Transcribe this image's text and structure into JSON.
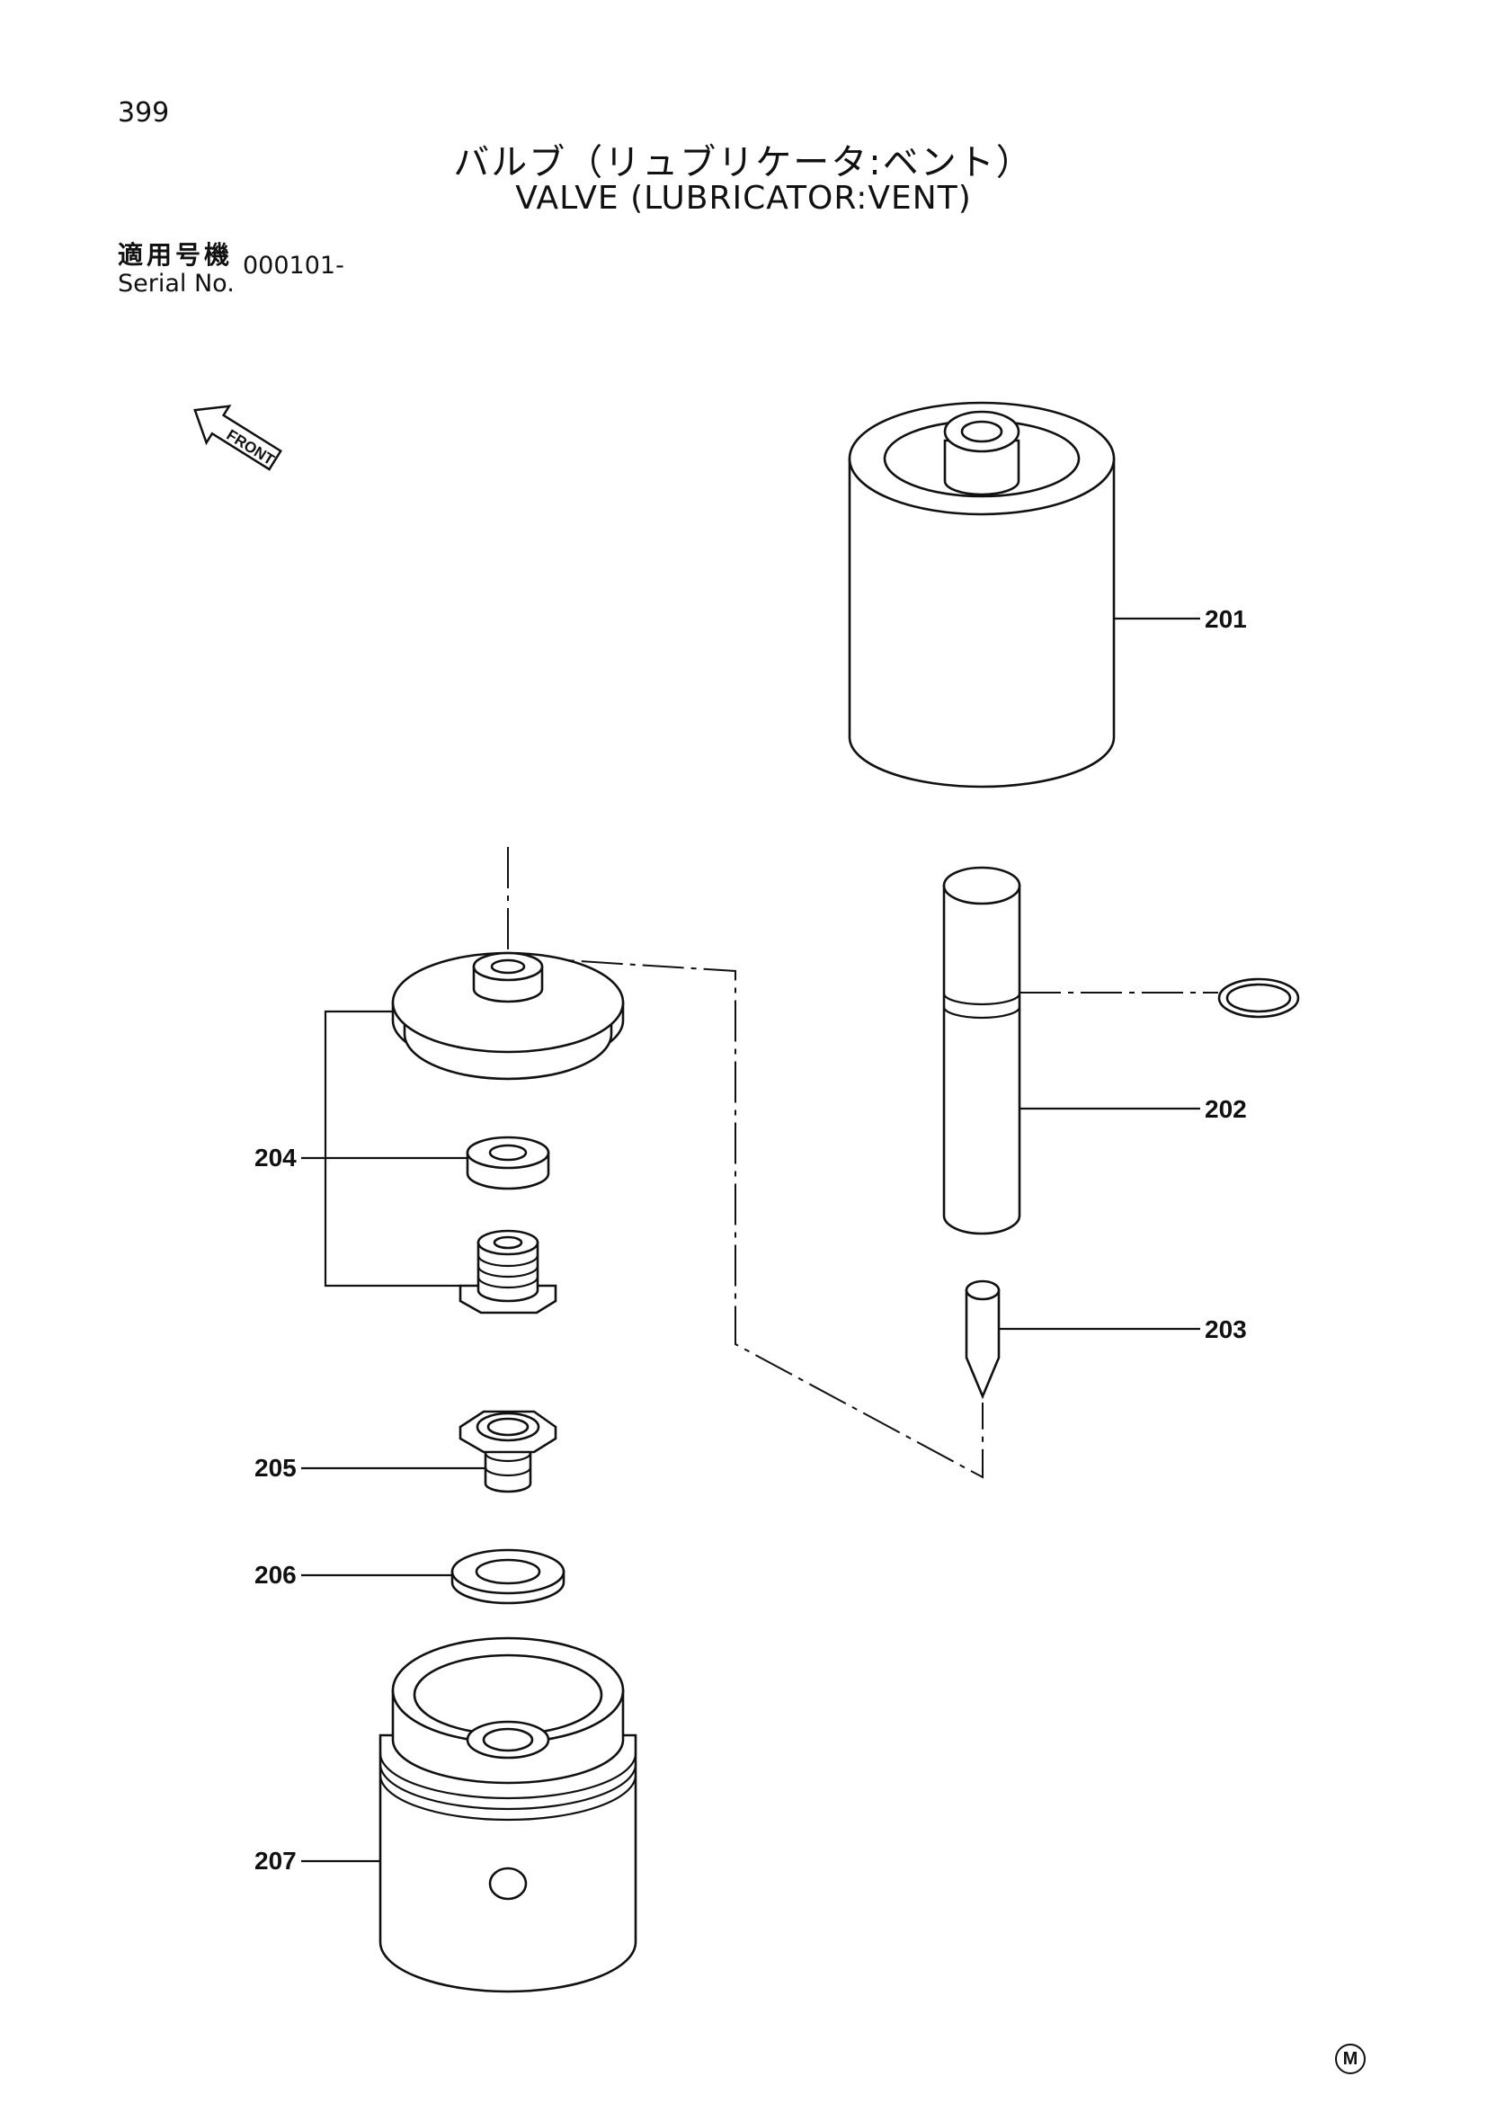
{
  "page_number": "399",
  "title_ja": "バルブ（リュブリケータ:ベント）",
  "title_en": "VALVE (LUBRICATOR:VENT)",
  "serial_label_ja": "適用号機",
  "serial_label_en": "Serial No.",
  "serial_value": "000101-",
  "front_label": "FRONT",
  "callouts": {
    "c201": "201",
    "c202": "202",
    "c203": "203",
    "c204": "204",
    "c205": "205",
    "c206": "206",
    "c207": "207"
  },
  "corner_mark": "M"
}
